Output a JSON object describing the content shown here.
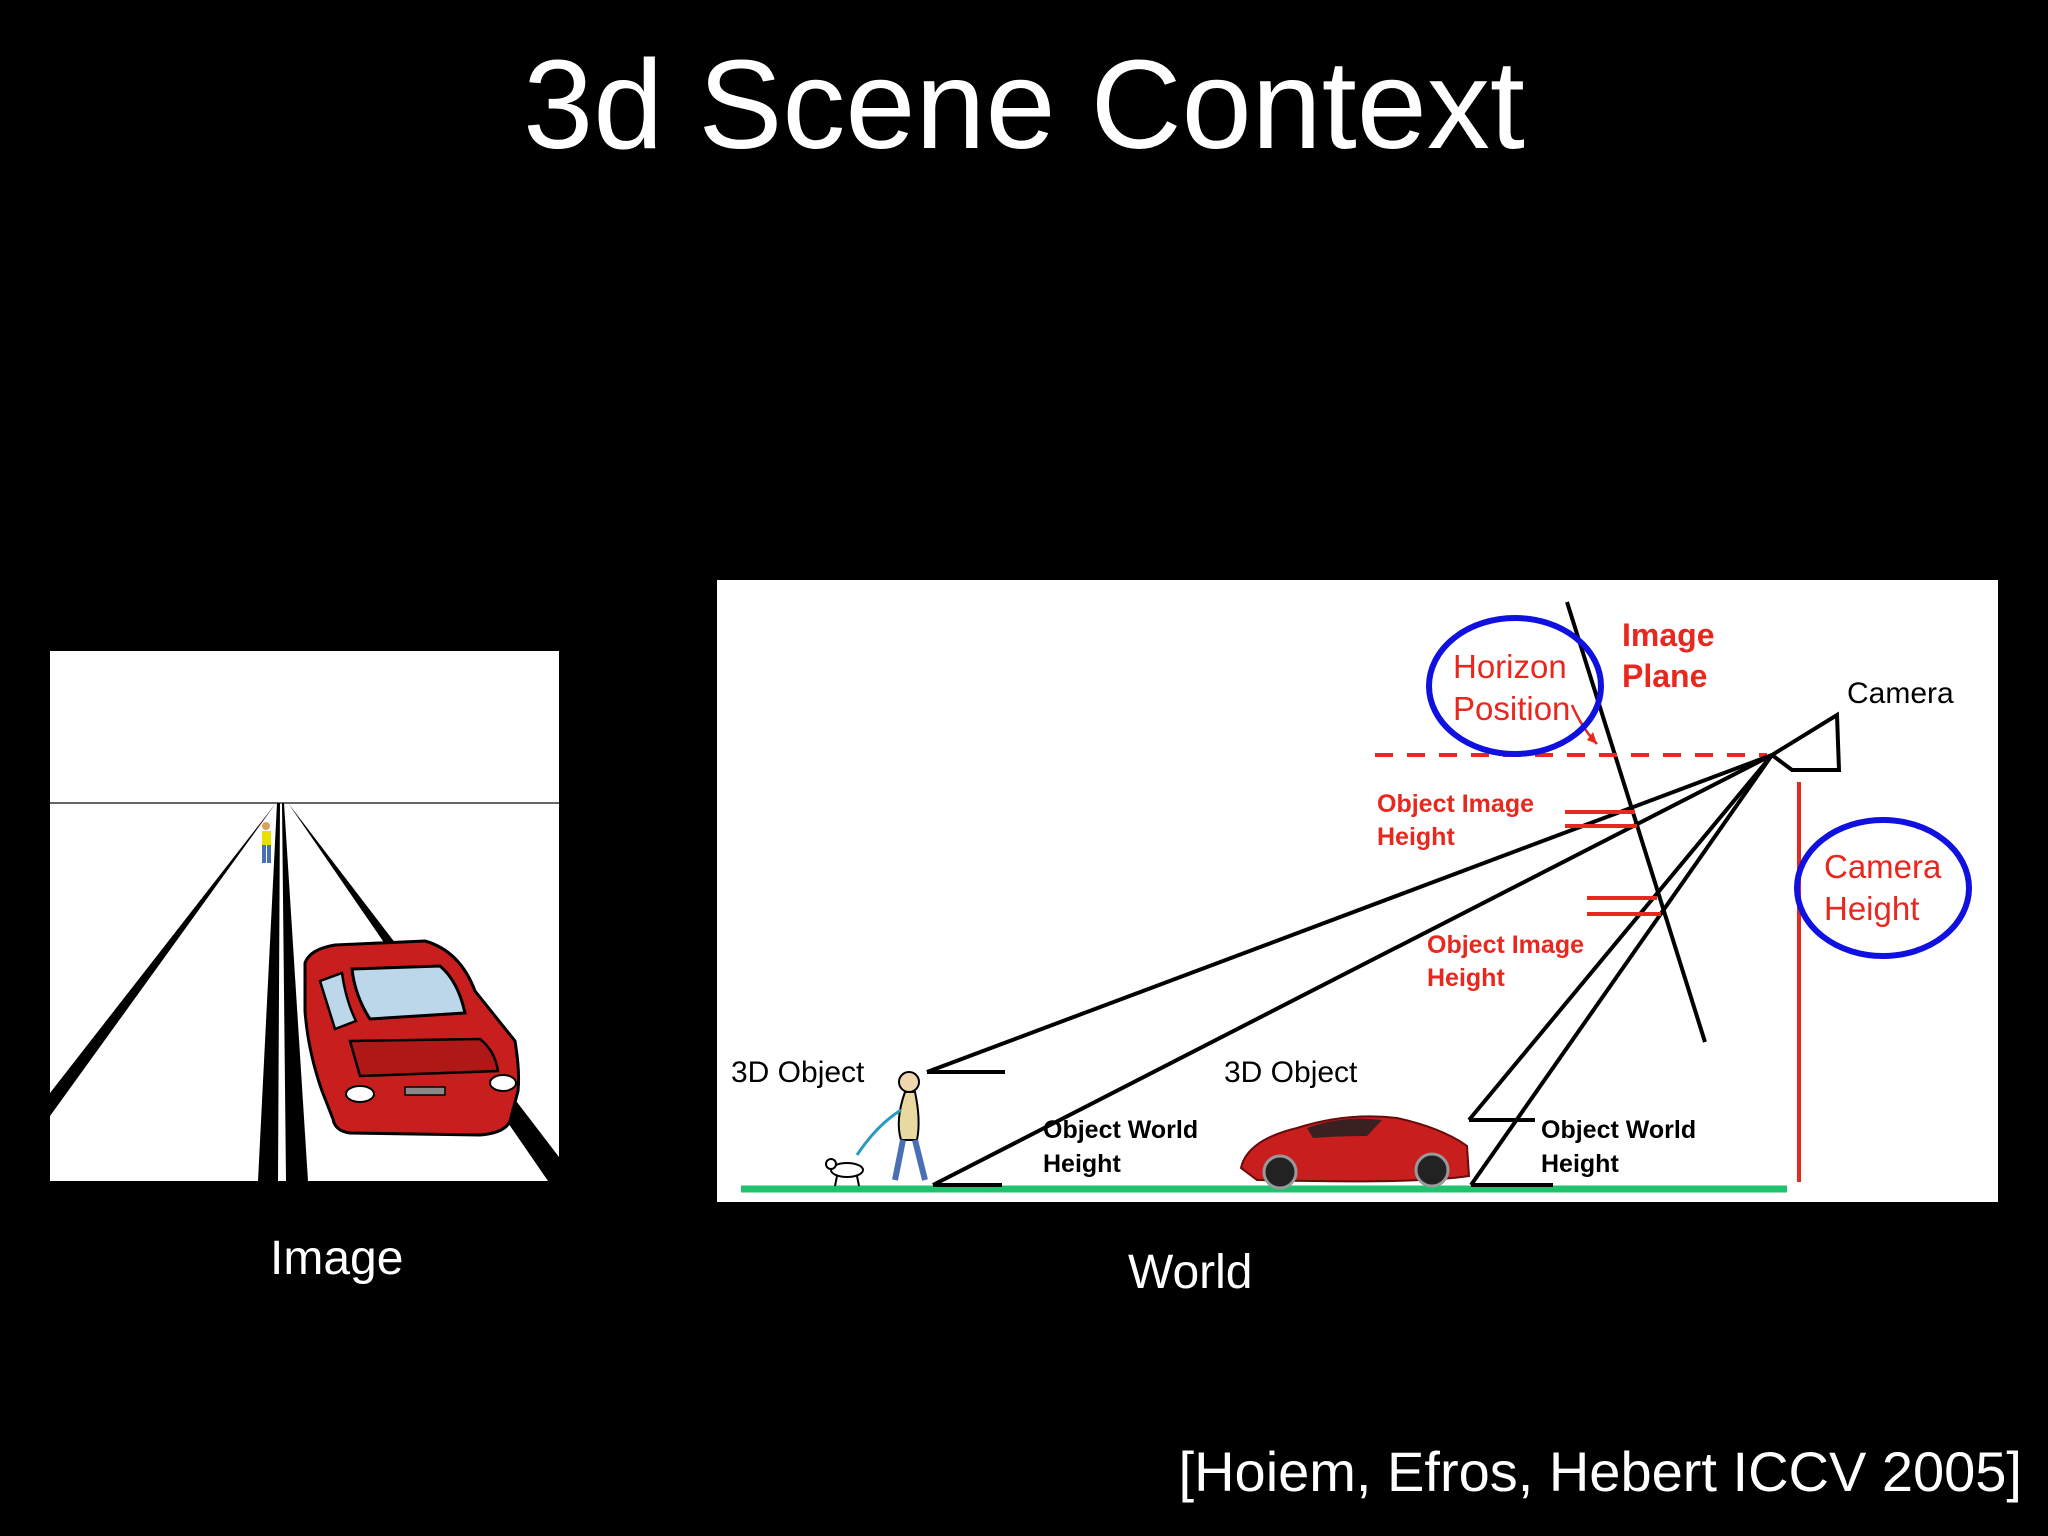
{
  "slide": {
    "title": "3d Scene Context",
    "citation": "[Hoiem, Efros, Hebert ICCV 2005]"
  },
  "captions": {
    "image": "Image",
    "world": "World"
  },
  "world_diagram": {
    "horizon_label_1": "Horizon",
    "horizon_label_2": "Position",
    "image_plane_1": "Image",
    "image_plane_2": "Plane",
    "camera": "Camera",
    "camera_height_1": "Camera",
    "camera_height_2": "Height",
    "obj_image_height_1a": "Object Image",
    "obj_image_height_1b": "Height",
    "obj_image_height_2a": "Object Image",
    "obj_image_height_2b": "Height",
    "object_1": "3D Object",
    "object_2": "3D Object",
    "world_height_1a": "Object World",
    "world_height_1b": "Height",
    "world_height_2a": "Object World",
    "world_height_2b": "Height"
  },
  "colors": {
    "highlight_circle": "#1010e0",
    "annotation_red": "#e8281e",
    "ground": "#1ec36e",
    "car": "#c81e1e"
  }
}
